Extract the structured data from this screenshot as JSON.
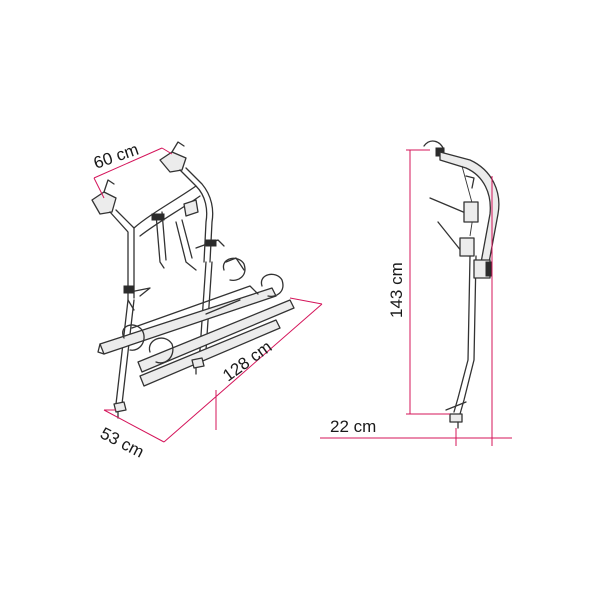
{
  "dimensions": {
    "width_top": "60 cm",
    "length_rails": "128 cm",
    "depth_base": "53 cm",
    "height_total": "143 cm",
    "offset_side": "22 cm"
  },
  "colors": {
    "dimension_line": "#d4145a",
    "outline": "#333333",
    "text": "#1a1a1a"
  }
}
